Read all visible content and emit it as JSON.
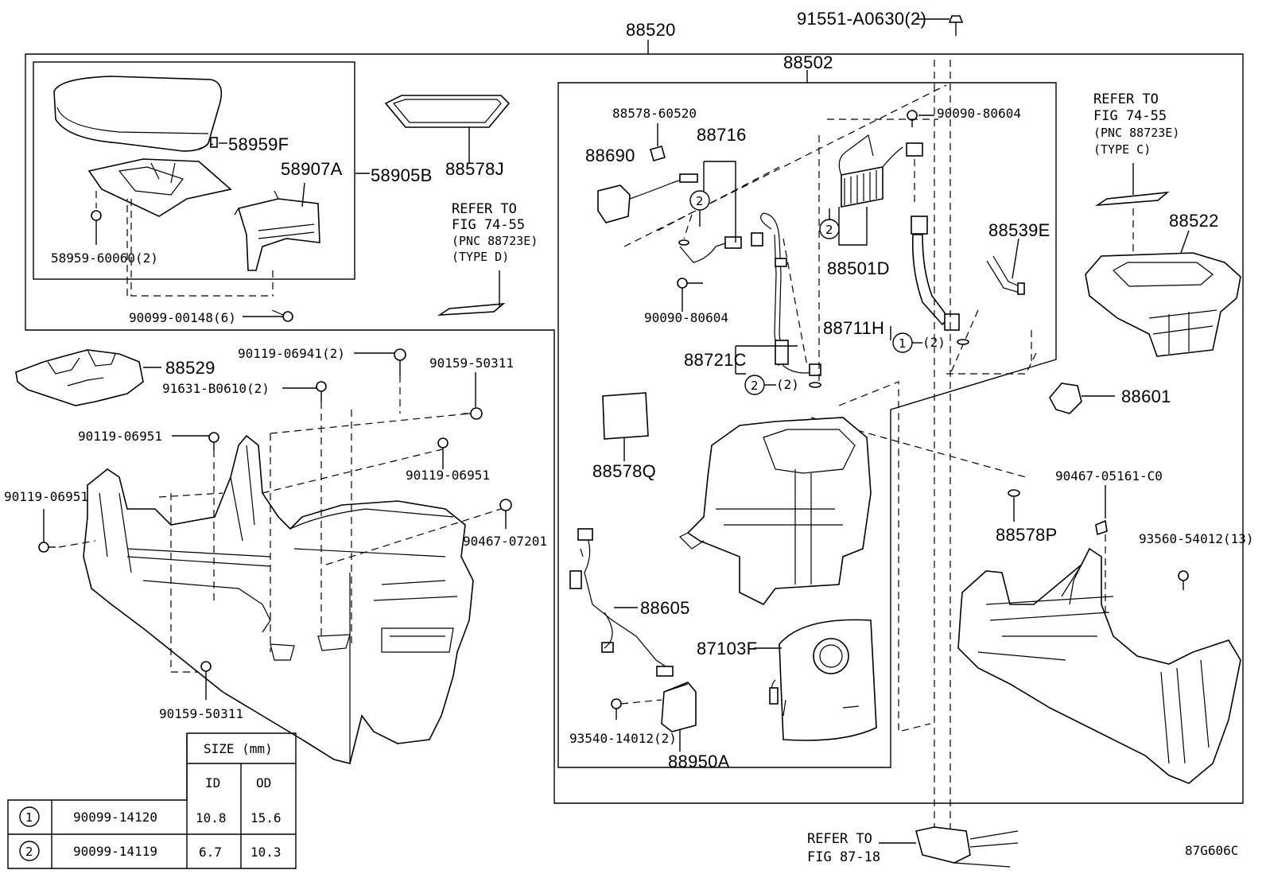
{
  "labels": {
    "p88520": "88520",
    "p91551": "91551-A0630(2)",
    "p88502": "88502",
    "p58959F": "58959F",
    "p58907A": "58907A",
    "p58905B": "58905B",
    "p58959_60060": "58959-60060(2)",
    "p88578J": "88578J",
    "p90099_00148": "90099-00148(6)",
    "p88578_60520": "88578-60520",
    "p88716": "88716",
    "p88690": "88690",
    "p90090_80604_top": "90090-80604",
    "p88501D": "88501D",
    "p88539E": "88539E",
    "p90090_80604_mid": "90090-80604",
    "p88711H": "88711H",
    "p88721C": "88721C",
    "p88522": "88522",
    "p88529": "88529",
    "p90119_06941": "90119-06941(2)",
    "p90159_50311_top": "90159-50311",
    "p91631": "91631-B0610(2)",
    "p90119_06951_a": "90119-06951",
    "p90119_06951_b": "90119-06951",
    "p90119_06951_c": "90119-06951",
    "p90467_07201": "90467-07201",
    "p88578Q": "88578Q",
    "p88601": "88601",
    "p90467_05161": "90467-05161-C0",
    "p88578P": "88578P",
    "p93560": "93560-54012(13)",
    "p88605": "88605",
    "p87103F": "87103F",
    "p90159_50311_bot": "90159-50311",
    "p93540": "93540-14012(2)",
    "p88950A": "88950A",
    "qty2": "(2)",
    "figure_code": "87G606C"
  },
  "refer_notes": {
    "type_d": [
      "REFER TO",
      "FIG 74-55",
      "(PNC 88723E)",
      "(TYPE D)"
    ],
    "type_c": [
      "REFER TO",
      "FIG 74-55",
      "(PNC 88723E)",
      "(TYPE C)"
    ],
    "fig87": [
      "REFER TO",
      "FIG 87-18"
    ]
  },
  "callouts": {
    "one": "1",
    "two": "2"
  },
  "size_table": {
    "header": "SIZE (mm)",
    "col_id": "ID",
    "col_od": "OD",
    "rows": [
      {
        "mark": "1",
        "part": "90099-14120",
        "id": "10.8",
        "od": "15.6"
      },
      {
        "mark": "2",
        "part": "90099-14119",
        "id": "6.7",
        "od": "10.3"
      }
    ]
  }
}
